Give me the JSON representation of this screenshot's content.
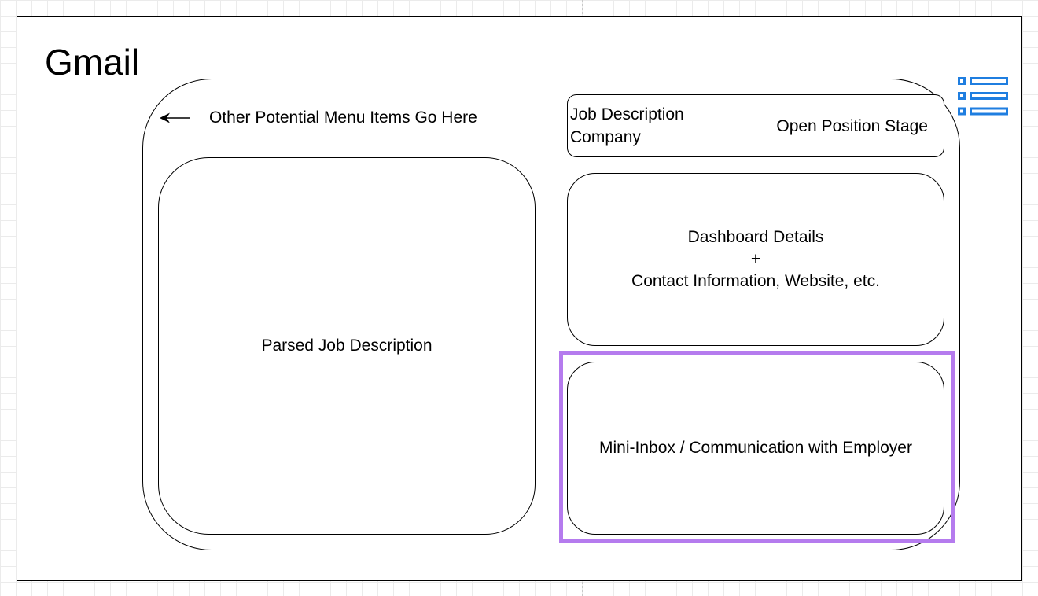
{
  "app": {
    "title": "Gmail"
  },
  "menu": {
    "label": "Other Potential Menu Items Go Here",
    "arrow_icon": "arrow-left-icon"
  },
  "header": {
    "line1": "Job Description",
    "line2": "Company",
    "stage": "Open Position Stage"
  },
  "main": {
    "parsed_label": "Parsed Job Description"
  },
  "dashboard": {
    "line1": "Dashboard Details",
    "line2": "+",
    "line3": "Contact Information, Website, etc."
  },
  "inbox": {
    "label": "Mini-Inbox / Communication with Employer"
  },
  "icons": {
    "list": "list-icon"
  },
  "colors": {
    "highlight": "#b57bee",
    "icon": "#1f7ee0"
  }
}
